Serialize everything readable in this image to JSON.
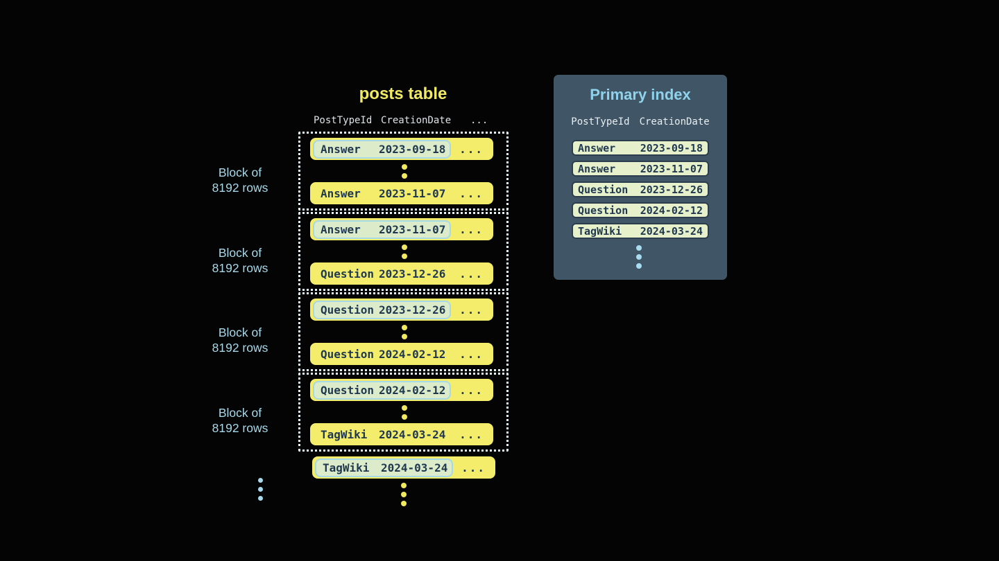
{
  "colors": {
    "background": "#040404",
    "yellow_accent": "#f0ea64",
    "row_fill": "#f3ed6b",
    "row_text": "#1f3850",
    "highlight_fill": "#dcecca",
    "highlight_border": "#a6d9e8",
    "block_border": "#e9f4f8",
    "label_blue": "#a7d9ea",
    "panel_fill": "#405666",
    "panel_title_color": "#8ed2eb",
    "header_text": "#dde3e6",
    "index_row_fill": "#e6f1cb",
    "index_row_border": "#2c3e4d",
    "blue_dots": "#a9dcee",
    "yellow_dots": "#f1e95f"
  },
  "posts_table": {
    "title": "posts table",
    "headers": {
      "post_type_id": "PostTypeId",
      "creation_date": "CreationDate",
      "more": "..."
    },
    "ellipsis": "...",
    "blocks": [
      {
        "label_line1": "Block of",
        "label_line2": "8192 rows",
        "first_row": {
          "post_type": "Answer",
          "creation_date": "2023-09-18"
        },
        "last_row": {
          "post_type": "Answer",
          "creation_date": "2023-11-07"
        }
      },
      {
        "label_line1": "Block of",
        "label_line2": "8192 rows",
        "first_row": {
          "post_type": "Answer",
          "creation_date": "2023-11-07"
        },
        "last_row": {
          "post_type": "Question",
          "creation_date": "2023-12-26"
        }
      },
      {
        "label_line1": "Block of",
        "label_line2": "8192 rows",
        "first_row": {
          "post_type": "Question",
          "creation_date": "2023-12-26"
        },
        "last_row": {
          "post_type": "Question",
          "creation_date": "2024-02-12"
        }
      },
      {
        "label_line1": "Block of",
        "label_line2": "8192 rows",
        "first_row": {
          "post_type": "Question",
          "creation_date": "2024-02-12"
        },
        "last_row": {
          "post_type": "TagWiki",
          "creation_date": "2024-03-24"
        }
      }
    ],
    "overflow_row": {
      "post_type": "TagWiki",
      "creation_date": "2024-03-24"
    }
  },
  "primary_index": {
    "title": "Primary index",
    "headers": {
      "post_type_id": "PostTypeId",
      "creation_date": "CreationDate"
    },
    "rows": [
      {
        "post_type": "Answer",
        "creation_date": "2023-09-18"
      },
      {
        "post_type": "Answer",
        "creation_date": "2023-11-07"
      },
      {
        "post_type": "Question",
        "creation_date": "2023-12-26"
      },
      {
        "post_type": "Question",
        "creation_date": "2024-02-12"
      },
      {
        "post_type": "TagWiki",
        "creation_date": "2024-03-24"
      }
    ]
  }
}
